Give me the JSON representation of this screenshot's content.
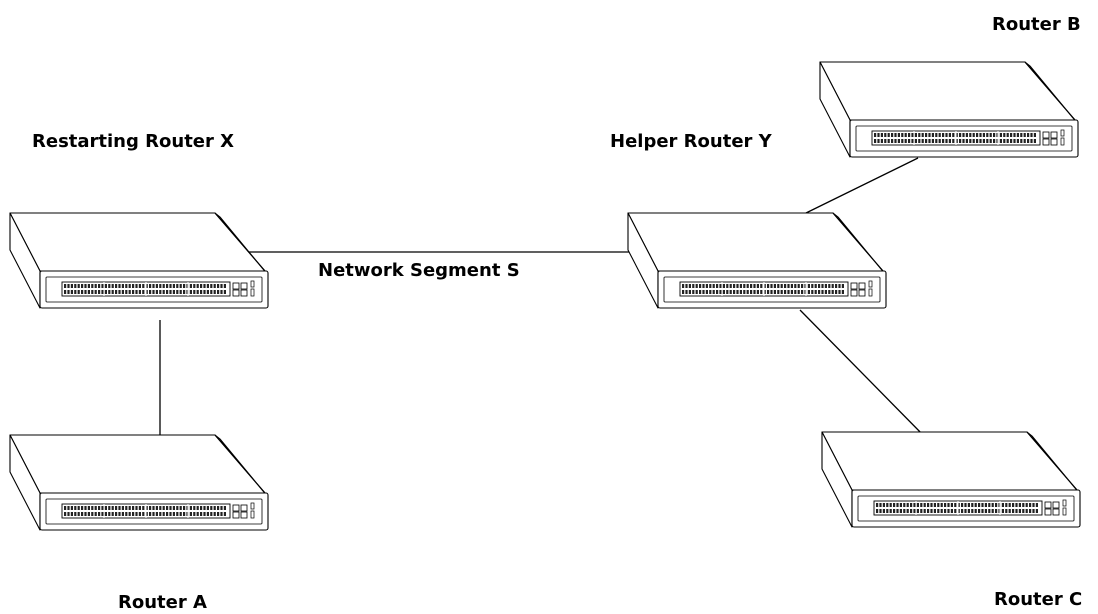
{
  "labels": {
    "router_x": "Restarting Router X",
    "router_y": "Helper Router Y",
    "router_b": "Router B",
    "router_a": "Router A",
    "router_c": "Router C",
    "segment": "Network Segment S"
  },
  "colors": {
    "line": "#000000",
    "device_fill": "#ffffff",
    "port": "#222222"
  }
}
